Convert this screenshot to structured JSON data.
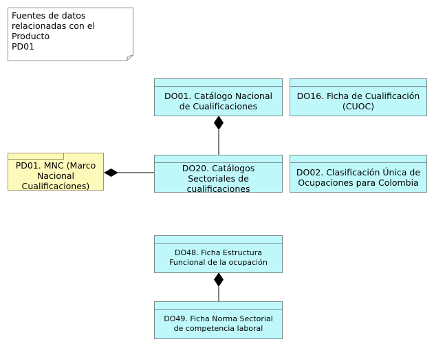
{
  "note": {
    "text": "Fuentes de datos\nrelacionadas con el Producto\nPD01"
  },
  "boxes": {
    "do01": "DO01. Catálogo Nacional de Cualificaciones",
    "do16": "DO16. Ficha de Cualificación (CUOC)",
    "pd01": "PD01. MNC (Marco Nacional Cualificaciones)",
    "do20": "DO20. Catálogos Sectoriales de cualificaciones",
    "do02": "DO02. Clasificación Única de Ocupaciones para Colombia",
    "do48": "DO48. Ficha Estructura Funcional de la ocupación",
    "do49": "DO49. Ficha Norma Sectorial de competencia laboral"
  },
  "colors": {
    "data_object_fill": "#bff8fb",
    "product_fill": "#fdf9b8",
    "connector": "#000000"
  }
}
